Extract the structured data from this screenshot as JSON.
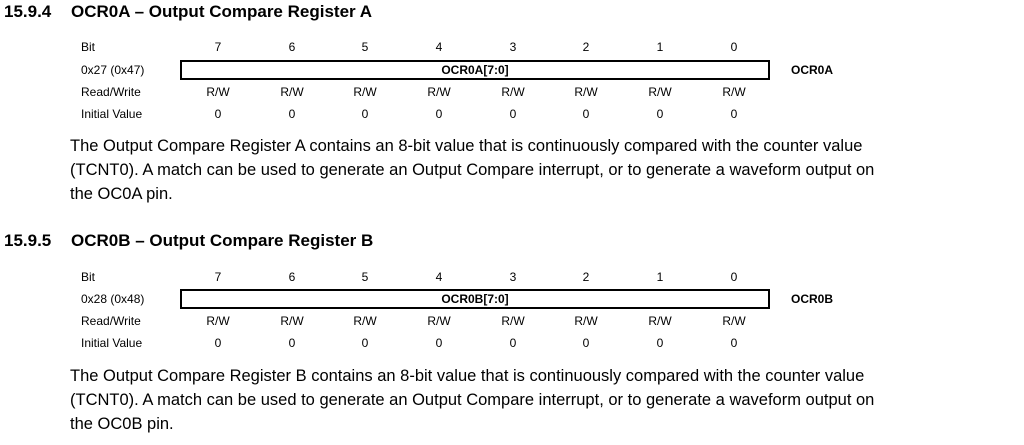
{
  "sections": [
    {
      "number": "15.9.4",
      "title": "OCR0A – Output Compare Register A",
      "bit_label": "Bit",
      "bits": [
        "7",
        "6",
        "5",
        "4",
        "3",
        "2",
        "1",
        "0"
      ],
      "address": "0x27 (0x47)",
      "field": "OCR0A[7:0]",
      "register_name": "OCR0A",
      "rw_label": "Read/Write",
      "access": [
        "R/W",
        "R/W",
        "R/W",
        "R/W",
        "R/W",
        "R/W",
        "R/W",
        "R/W"
      ],
      "init_label": "Initial Value",
      "initial_values": [
        "0",
        "0",
        "0",
        "0",
        "0",
        "0",
        "0",
        "0"
      ],
      "description_lines": [
        "The Output Compare Register A contains an 8-bit value that is continuously compared with the counter value",
        "(TCNT0). A match can be used to generate an Output Compare interrupt, or to generate a waveform output on",
        "the OC0A pin."
      ]
    },
    {
      "number": "15.9.5",
      "title": "OCR0B – Output Compare Register B",
      "bit_label": "Bit",
      "bits": [
        "7",
        "6",
        "5",
        "4",
        "3",
        "2",
        "1",
        "0"
      ],
      "address": "0x28 (0x48)",
      "field": "OCR0B[7:0]",
      "register_name": "OCR0B",
      "rw_label": "Read/Write",
      "access": [
        "R/W",
        "R/W",
        "R/W",
        "R/W",
        "R/W",
        "R/W",
        "R/W",
        "R/W"
      ],
      "init_label": "Initial Value",
      "initial_values": [
        "0",
        "0",
        "0",
        "0",
        "0",
        "0",
        "0",
        "0"
      ],
      "description_lines": [
        "The Output Compare Register B contains an 8-bit value that is continuously compared with the counter value",
        "(TCNT0). A match can be used to generate an Output Compare interrupt, or to generate a waveform output on",
        "the OC0B pin."
      ]
    }
  ]
}
